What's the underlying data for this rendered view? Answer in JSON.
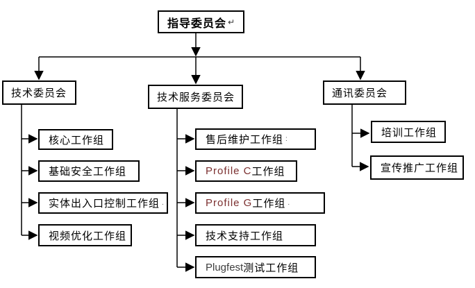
{
  "diagram": {
    "type": "org-chart",
    "root": {
      "label": "指导委员会",
      "mark": "↵"
    },
    "committees": {
      "tech": {
        "label": "技术委员会"
      },
      "service": {
        "label": "技术服务委员会"
      },
      "comm": {
        "label": "通讯委员会"
      }
    },
    "tech_groups": {
      "core": {
        "label": "核心工作组"
      },
      "security": {
        "label": "基础安全工作组"
      },
      "access": {
        "label": "实体出入口控制工作组",
        "mark": "."
      },
      "video": {
        "label": "视频优化工作组"
      }
    },
    "service_groups": {
      "aftersale": {
        "label": "售后维护工作组",
        "mark": ":"
      },
      "profile_c": {
        "accent": "Profile C",
        "label": " 工作组"
      },
      "profile_g": {
        "accent": "Profile G",
        "label": " 工作组",
        "mark": "."
      },
      "support": {
        "label": "技术支持工作组"
      },
      "plugfest": {
        "latin": "Plugfest",
        "label": " 测试工作组"
      }
    },
    "comm_groups": {
      "training": {
        "label": "培训工作组"
      },
      "promotion": {
        "label": "宣传推广工作组"
      }
    },
    "colors": {
      "line": "#000000",
      "box_border": "#000000",
      "accent_red": "#7b2f2f",
      "latin_dark": "#3f3f3f",
      "background": "#ffffff"
    }
  }
}
